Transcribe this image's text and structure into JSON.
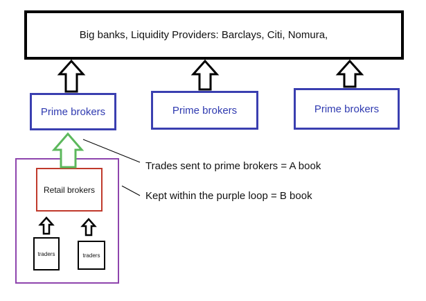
{
  "top_box": {
    "label": "Big banks, Liquidity Providers: Barclays, Citi, Nomura,"
  },
  "prime_brokers": [
    {
      "label": "Prime brokers"
    },
    {
      "label": "Prime brokers"
    },
    {
      "label": "Prime brokers"
    }
  ],
  "retail_brokers": {
    "label": "Retail brokers"
  },
  "traders": [
    {
      "label": "traders"
    },
    {
      "label": "traders"
    }
  ],
  "annotations": {
    "a_book": "Trades sent to prime brokers = A book",
    "b_book": "Kept within the purple loop = B book"
  },
  "colors": {
    "prime_border": "#3a3fb0",
    "retail_border": "#c0392b",
    "loop_border": "#8e44ad",
    "green_arrow": "#5cb85c"
  }
}
